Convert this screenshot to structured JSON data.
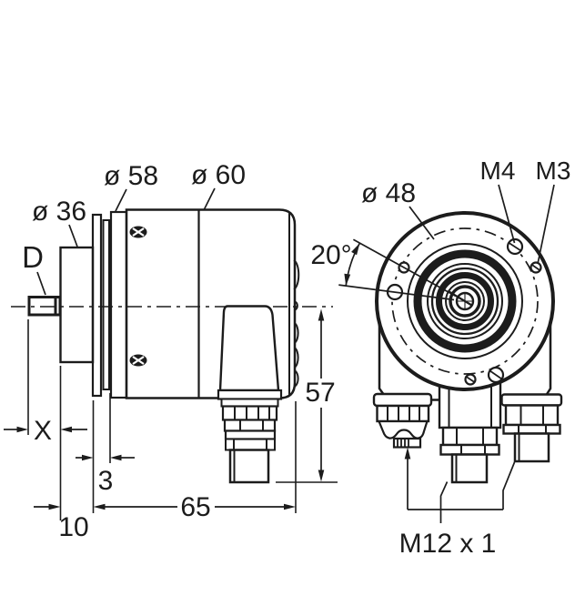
{
  "page": {
    "background": "#ffffff",
    "ink": "#1c1c1c"
  },
  "side_view": {
    "labels": {
      "shaft": "D",
      "flange_dia": "ø 36",
      "ring_dia": "ø 58",
      "housing_dia": "ø 60"
    },
    "dims": {
      "shaft_protrusion": "X",
      "ring_width": "3",
      "flange_depth": "10",
      "housing_length": "65"
    }
  },
  "front_view": {
    "labels": {
      "bolt_circle_dia": "ø 48",
      "m4_hole": "M4",
      "m3_hole": "M3",
      "hole_angle": "20°",
      "connector_thread": "M12 x 1"
    },
    "dims": {
      "axis_height": "57"
    }
  }
}
